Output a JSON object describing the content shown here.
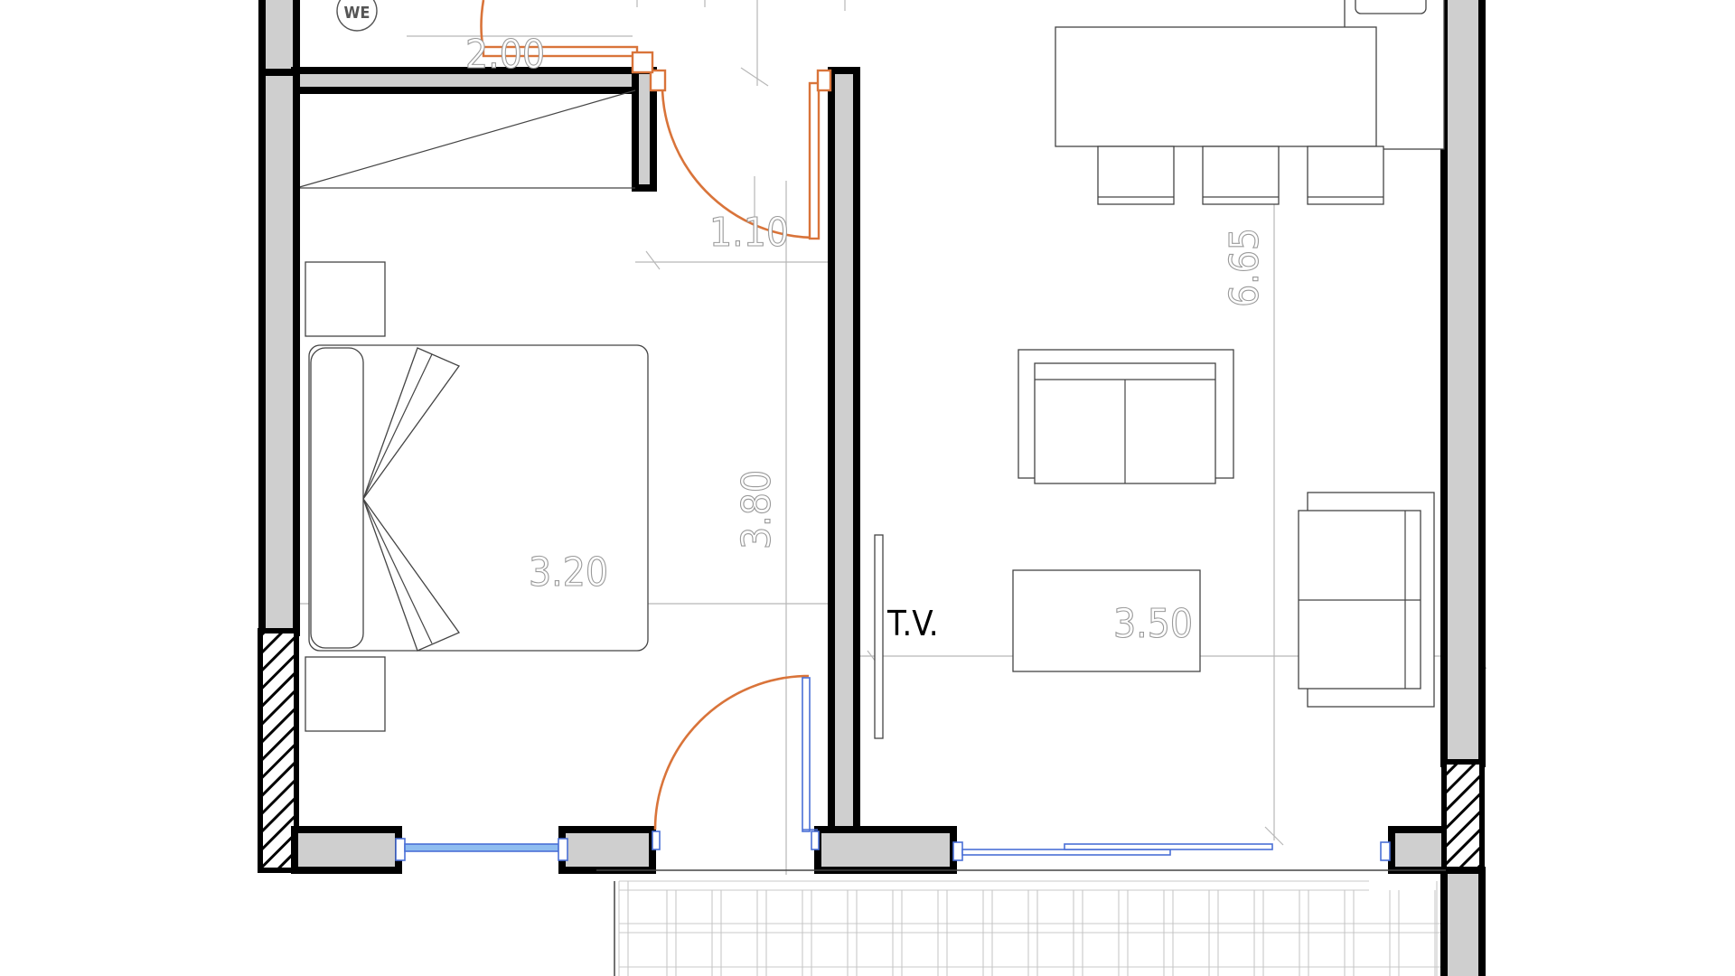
{
  "labels": {
    "wc_tag": "WE",
    "dim_top": "2.00",
    "dim_door": "1.10",
    "dim_bed_width": "3.20",
    "dim_bed_depth": "3.80",
    "dim_living_width": "3.50",
    "dim_living_depth": "6.65",
    "tv": "T.V."
  },
  "colors": {
    "wall_fill": "#cfcfcf",
    "door_swing": "#d9743a",
    "window": "#4a6fd6",
    "window_glass": "#8fbdf0"
  }
}
